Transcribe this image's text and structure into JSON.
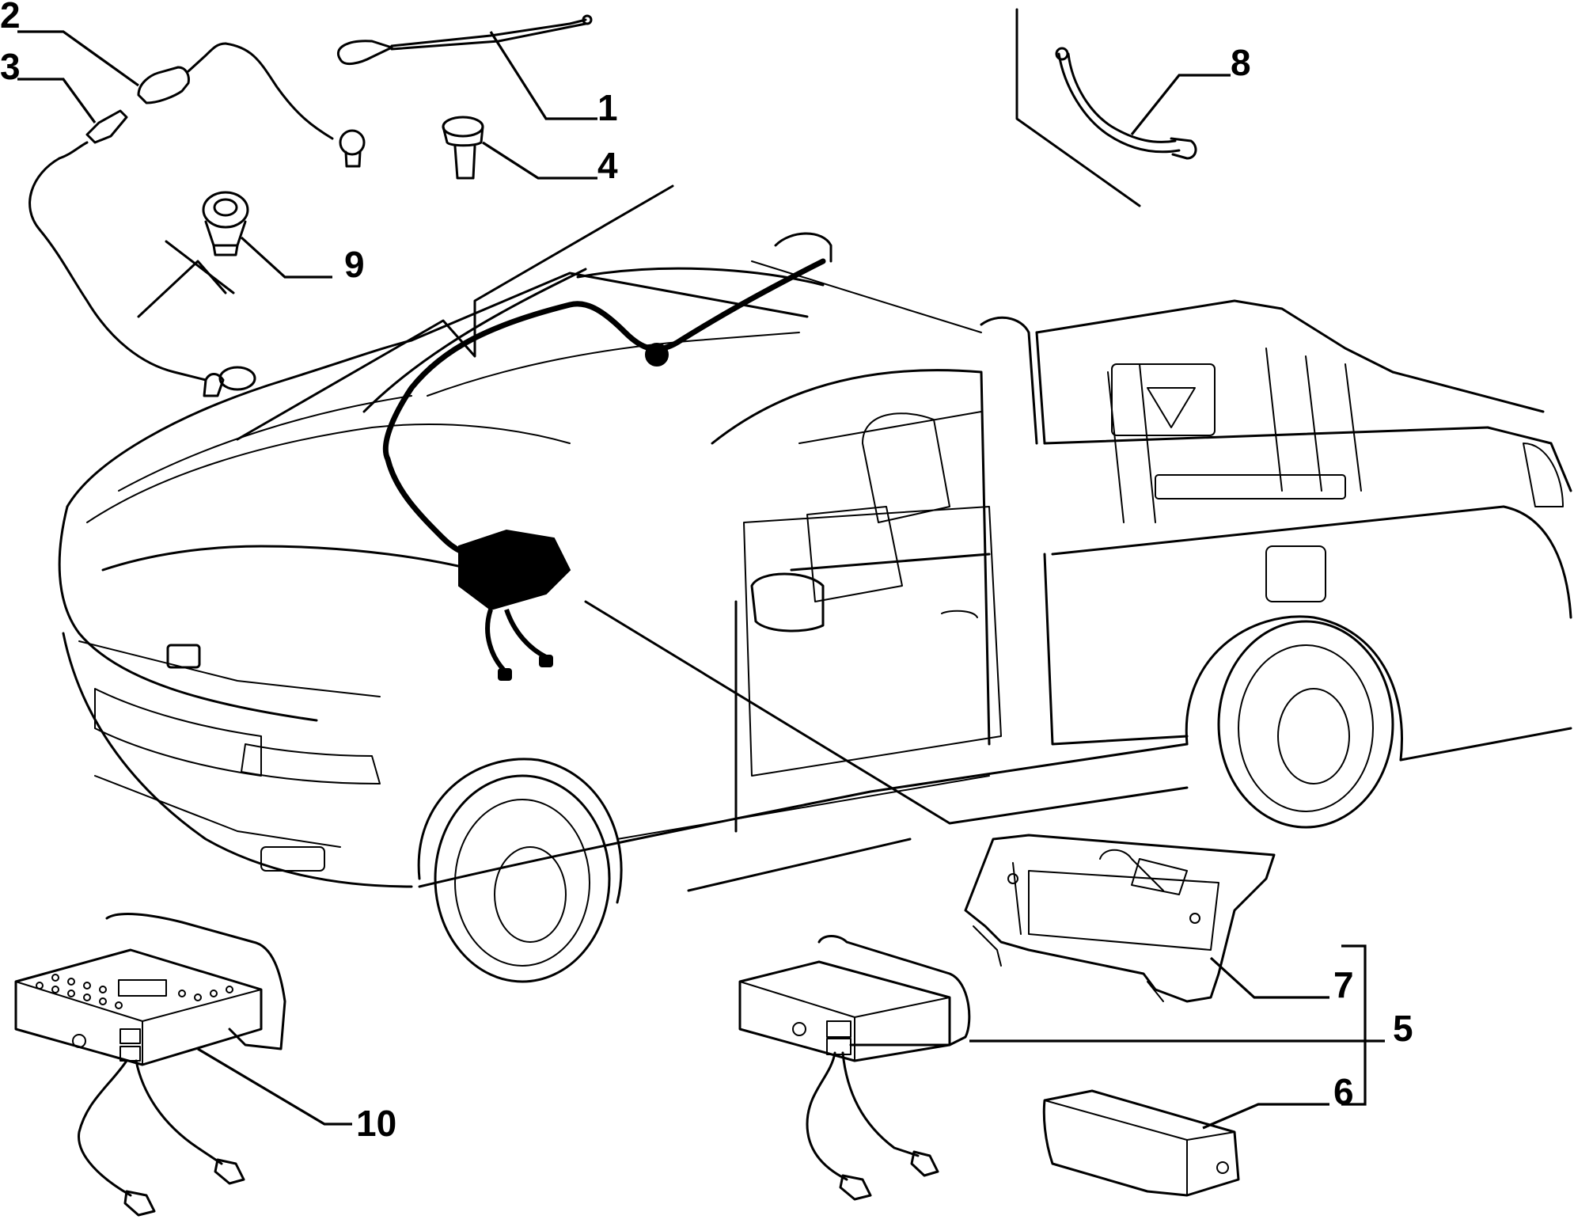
{
  "diagram": {
    "callouts": [
      {
        "id": "callout-1",
        "text": "1"
      },
      {
        "id": "callout-2",
        "text": "2"
      },
      {
        "id": "callout-3",
        "text": "3"
      },
      {
        "id": "callout-4",
        "text": "4"
      },
      {
        "id": "callout-5",
        "text": "5"
      },
      {
        "id": "callout-6",
        "text": "6"
      },
      {
        "id": "callout-7",
        "text": "7"
      },
      {
        "id": "callout-8",
        "text": "8"
      },
      {
        "id": "callout-9",
        "text": "9"
      },
      {
        "id": "callout-10",
        "text": "10"
      }
    ],
    "colors": {
      "ink": "#000000",
      "paper": "#ffffff"
    }
  }
}
